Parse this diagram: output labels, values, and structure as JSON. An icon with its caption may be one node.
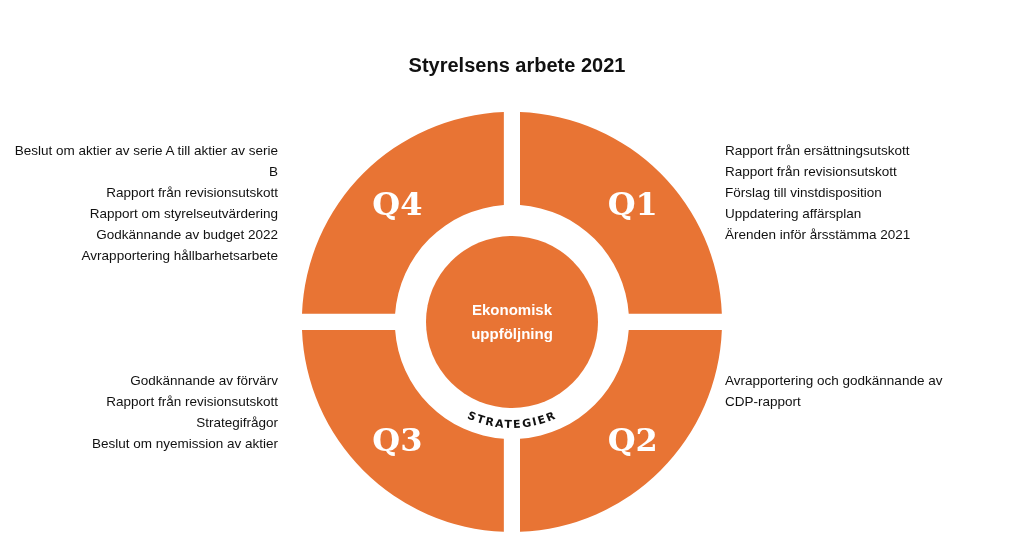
{
  "diagram": {
    "title": "Styrelsens arbete 2021",
    "nodes": [
      {
        "text": [
          "Q1"
        ],
        "beside": [
          "Rapport från ersättningsutskott",
          "Rapport från revisionsutskott",
          "Förslag till vinstdisposition",
          "Uppdatering affärsplan",
          "Ärenden inför årsstämma 2021"
        ]
      },
      {
        "text": [
          "Q2"
        ],
        "beside": [
          "Avrapportering och godkännande av CDP-rapport"
        ]
      },
      {
        "text": [
          "Q3"
        ],
        "beside": [
          "Godkännande av förvärv",
          "Rapport från revisionsutskott",
          "Strategifrågor",
          "Beslut om nyemission av aktier"
        ]
      },
      {
        "text": [
          "Q4"
        ],
        "beside": [
          "Beslut om aktier av serie A till aktier av serie B",
          "Rapport från revisionsutskott",
          "Rapport om styrelseutvärdering",
          "Godkännande av budget 2022",
          "Avrapportering hållbarhetsarbete"
        ]
      },
      {
        "text": [
          "Ekonomisk uppföljning"
        ]
      }
    ],
    "edges": [],
    "labels": [
      "STRATEGIER"
    ]
  }
}
